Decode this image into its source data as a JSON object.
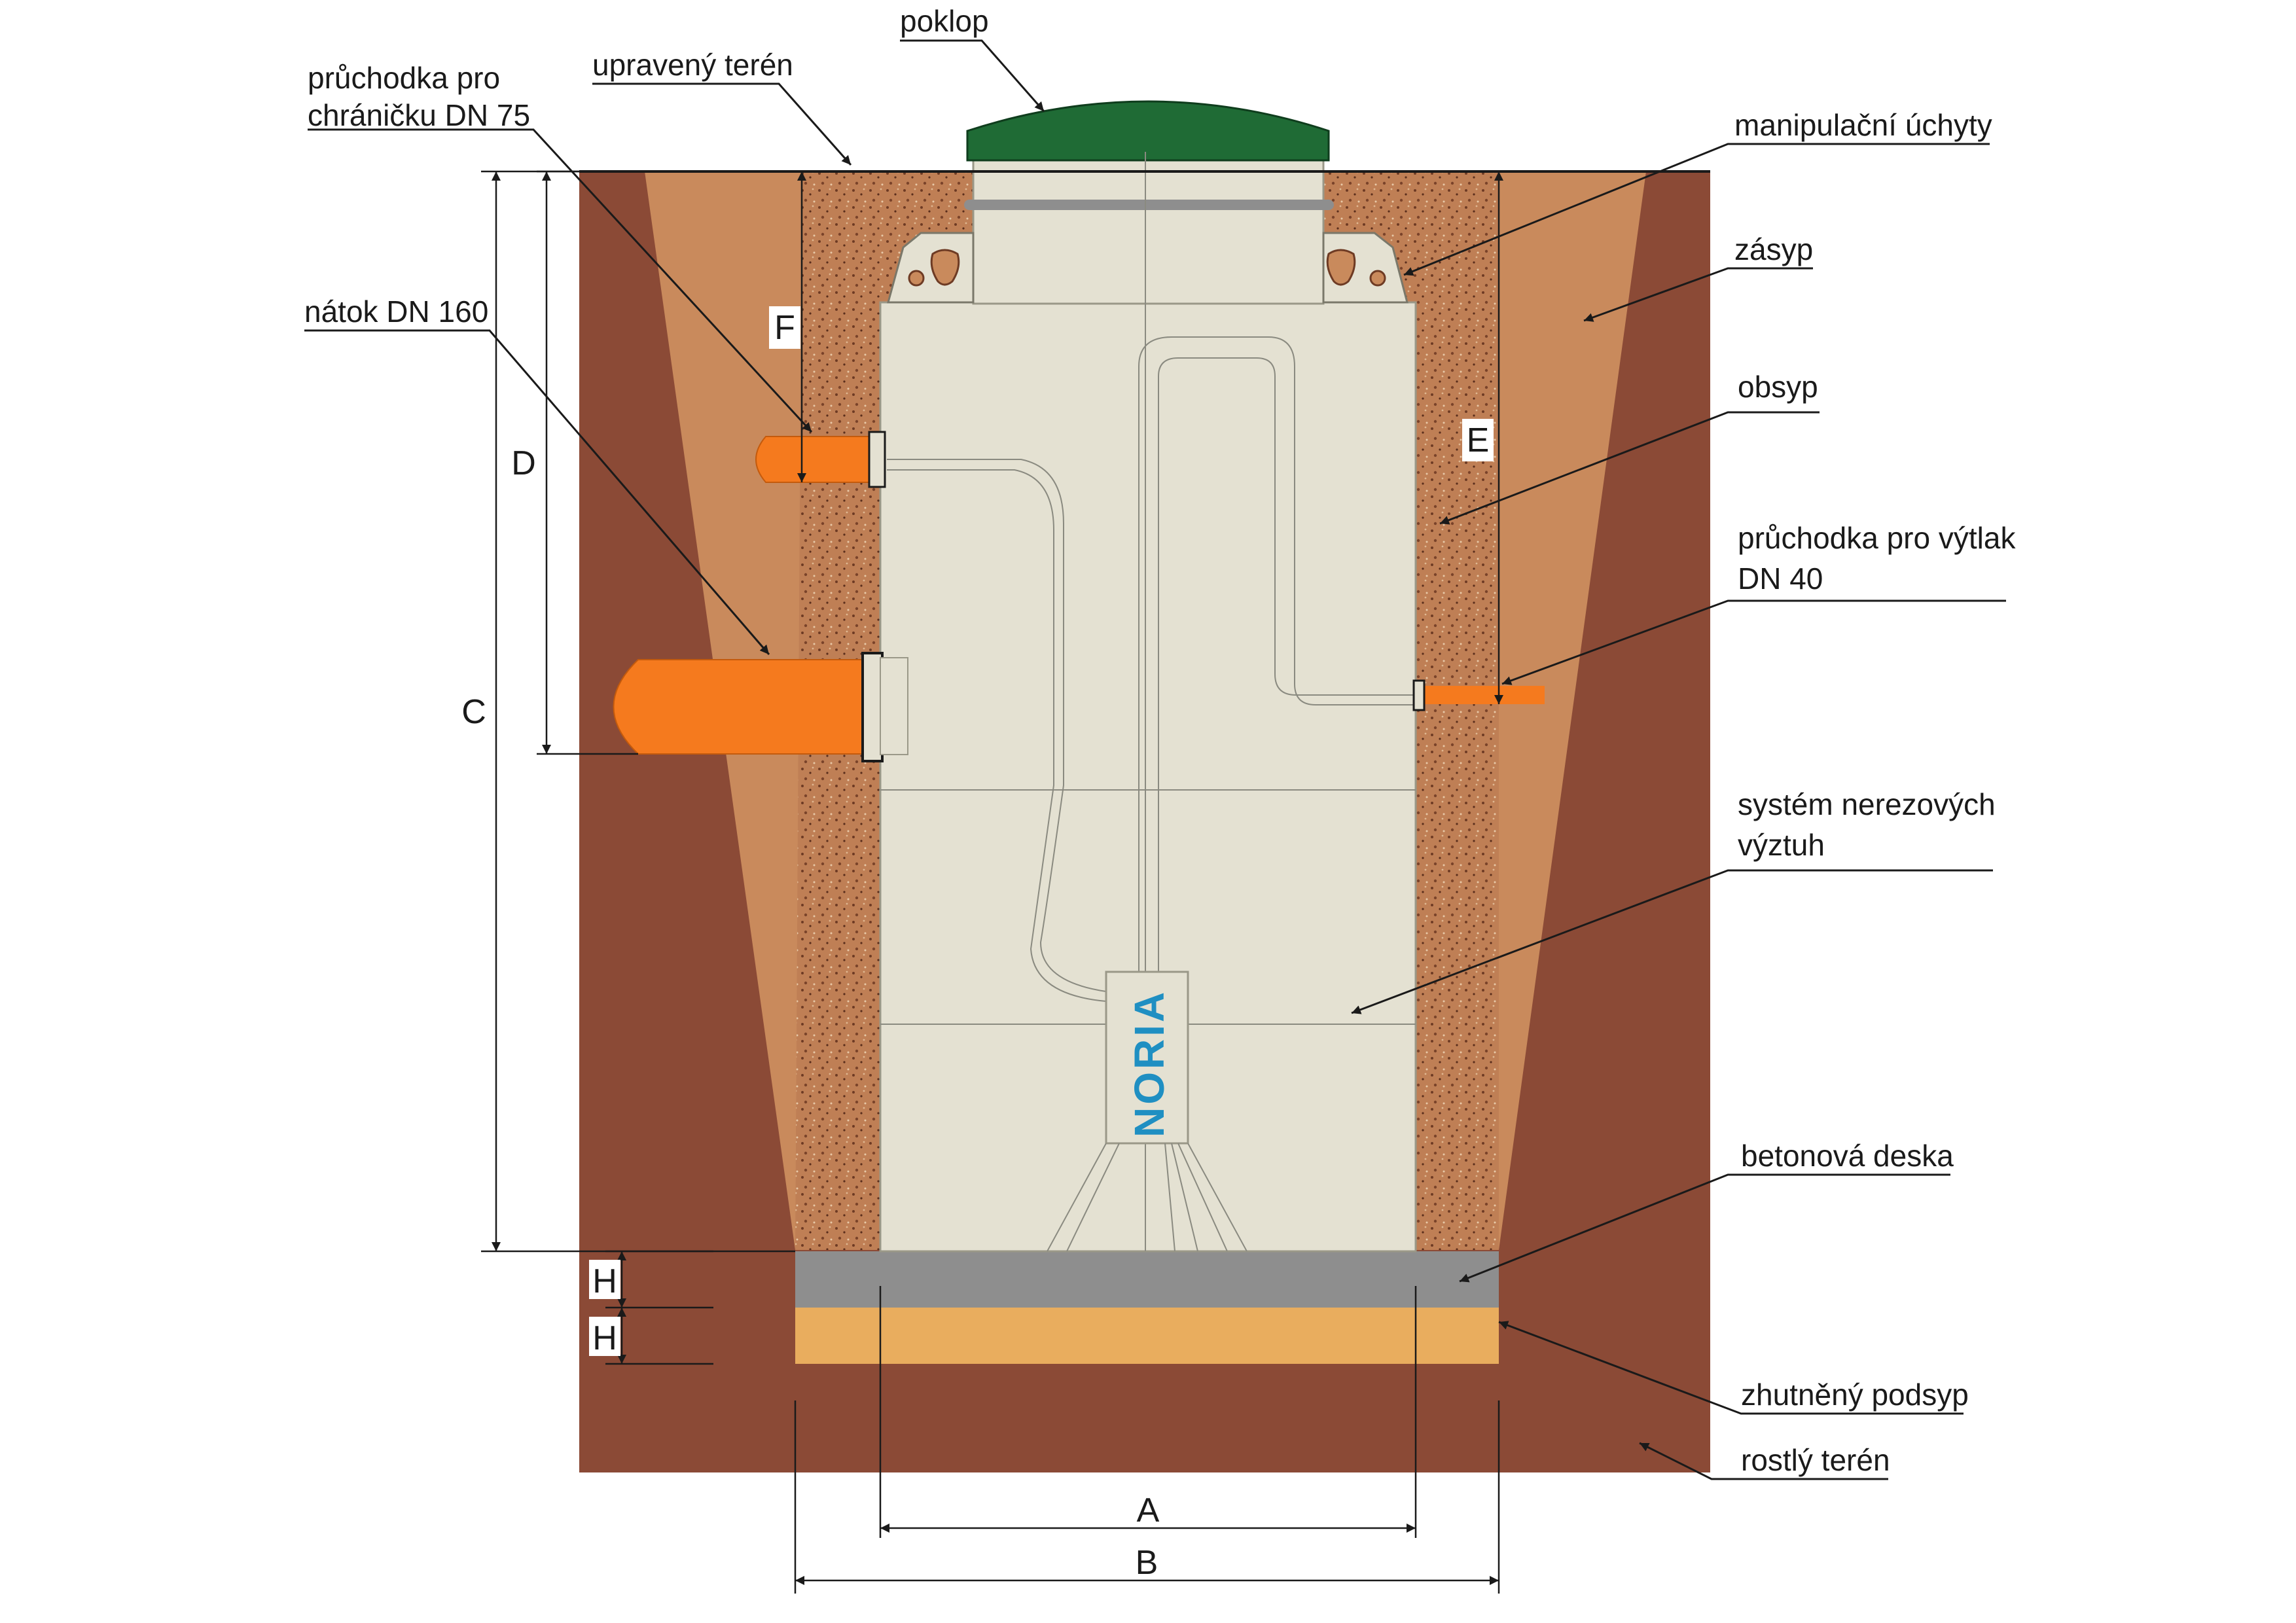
{
  "labels": {
    "poklop": "poklop",
    "upraveny_teren": "upravený terén",
    "pruchodka_chranicka_line1": "průchodka pro",
    "pruchodka_chranicka_line2": "chráničku DN 75",
    "manipulacni_uchyty": "manipulační úchyty",
    "zasyp": "zásyp",
    "natok": "nátok DN 160",
    "obsyp": "obsyp",
    "pruchodka_vytlak_line1": "průchodka pro výtlak",
    "pruchodka_vytlak_line2": "DN 40",
    "system_line1": "systém nerezových",
    "system_line2": "výztuh",
    "betonova_deska": "betonová deska",
    "zhutneny_podsyp": "zhutněný podsyp",
    "rostly_teren": "rostlý terén"
  },
  "dimensions": {
    "A": "A",
    "B": "B",
    "C": "C",
    "D": "D",
    "E": "E",
    "F": "F",
    "H1": "H",
    "H2": "H"
  },
  "logo": "NORIA",
  "colors": {
    "native_soil": "#8b4a36",
    "backfill": "#c98a5c",
    "bedding": "#bf7f55",
    "tank": "#e4e1d2",
    "lid": "#1f6b35",
    "pipe": "#f57a1e",
    "concrete": "#8e8e8e",
    "subbase": "#e9ad5e",
    "logo": "#1f8fc2"
  }
}
